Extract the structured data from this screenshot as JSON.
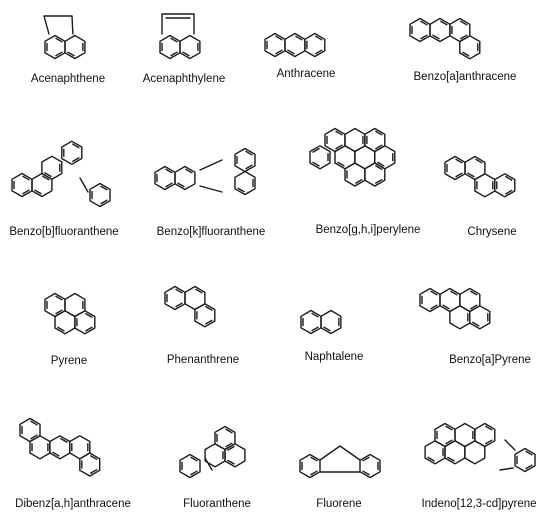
{
  "compounds": [
    {
      "name": "Acenaphthene",
      "ink": "#1a1a1a"
    },
    {
      "name": "Acenaphthylene",
      "ink": "#1a1a1a"
    },
    {
      "name": "Anthracene",
      "ink": "#1a1a1a"
    },
    {
      "name": "Benzo[a]anthracene",
      "ink": "#1a1a1a"
    },
    {
      "name": "Benzo[b]fluoranthene",
      "ink": "#1a1a1a"
    },
    {
      "name": "Benzo[k]fluoranthene",
      "ink": "#1a1a1a"
    },
    {
      "name": "Benzo[g,h,i]perylene",
      "ink": "#1a1a1a"
    },
    {
      "name": "Chrysene",
      "ink": "#1a1a1a"
    },
    {
      "name": "Pyrene",
      "ink": "#1a1a1a"
    },
    {
      "name": "Phenanthrene",
      "ink": "#1a1a1a"
    },
    {
      "name": "Naphtalene",
      "ink": "#1a1a1a"
    },
    {
      "name": "Benzo[a]Pyrene",
      "ink": "#1a1a1a"
    },
    {
      "name": "Dibenz[a,h]anthracene",
      "ink": "#1a1a1a"
    },
    {
      "name": "Fluoranthene",
      "ink": "#1a1a1a"
    },
    {
      "name": "Fluorene",
      "ink": "#1a1a1a"
    },
    {
      "name": "Indeno[12,3-cd]pyrene",
      "ink": "#1a1a1a"
    }
  ]
}
